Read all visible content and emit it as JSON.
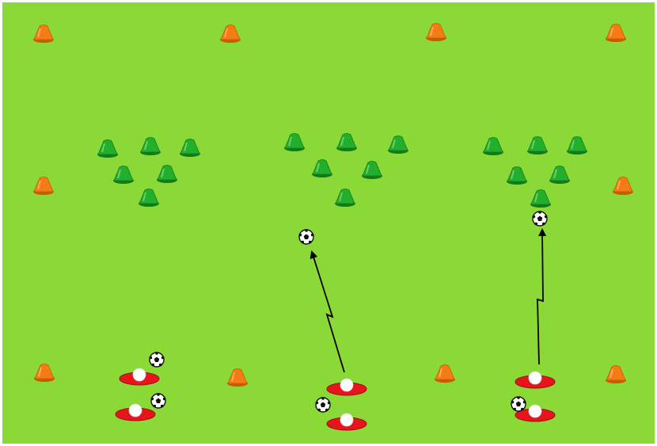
{
  "pitch": {
    "grass_color": "#8ad936",
    "border_color": "#ffffff"
  },
  "colors": {
    "boundary_cone": "#f47c14",
    "boundary_cone_dark": "#c85a00",
    "target_cone": "#22b02c",
    "target_cone_dark": "#137a1a",
    "player_marker": "#e8141c",
    "player_marker_dark": "#a00e12",
    "player_head": "#ffffff",
    "ball": "#ffffff",
    "ball_panel": "#111111",
    "path": "#000000"
  },
  "icons": {
    "boundary_cone": "orange-cone-icon",
    "target_cone": "green-cone-icon",
    "player": "player-marker-icon",
    "ball": "soccer-ball-icon",
    "dribble_path": "dribble-arrow-icon"
  },
  "stations": [
    {
      "id": "left",
      "target_cones": 6,
      "players": 2,
      "balls": 2,
      "dribble_arrow": false
    },
    {
      "id": "middle",
      "target_cones": 6,
      "players": 2,
      "balls": 2,
      "dribble_arrow": true
    },
    {
      "id": "right",
      "target_cones": 6,
      "players": 2,
      "balls": 2,
      "dribble_arrow": true
    }
  ]
}
